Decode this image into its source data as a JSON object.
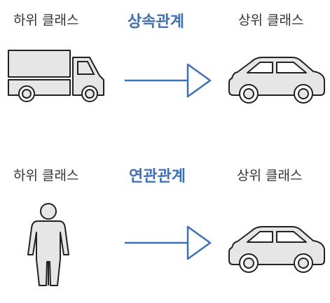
{
  "rows": [
    {
      "subclass_label": "하위 클래스",
      "relation_label": "상속관계",
      "superclass_label": "상위 클래스",
      "subclass_icon": "truck-icon",
      "superclass_icon": "car-icon"
    },
    {
      "subclass_label": "하위 클래스",
      "relation_label": "연관관계",
      "superclass_label": "상위 클래스",
      "subclass_icon": "person-icon",
      "superclass_icon": "car-icon"
    }
  ],
  "colors": {
    "relation_text": "#3f6fb5",
    "arrow": "#3f6fb5",
    "icon_fill": "#e6e6e6",
    "icon_stroke": "#222222"
  }
}
